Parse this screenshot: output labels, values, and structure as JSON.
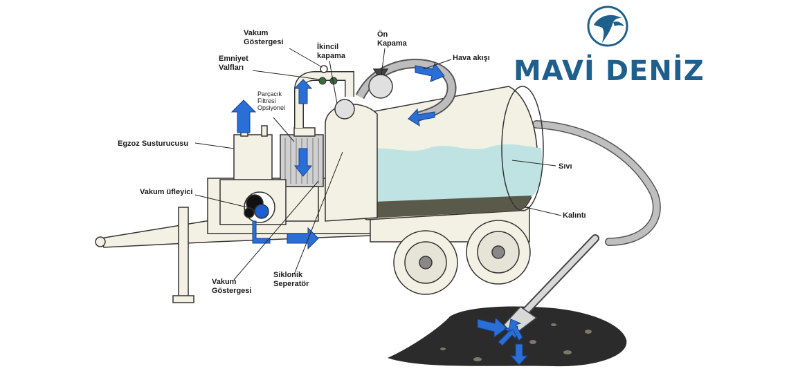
{
  "brand": {
    "name": "MAVİ DENİZ",
    "color": "#1f5f8c"
  },
  "labels": {
    "vakum_gostergesi_top": "Vakum\nGöstergesi",
    "ikincil_kapama": "İkincil\nkapama",
    "on_kapama": "Ön\nKapama",
    "hava_akisi": "Hava akışı",
    "emniyet_valflari": "Emniyet\nValfları",
    "parcacik_filtresi": "Parçacık\nFiltresi\nOpsiyonel",
    "egzoz_susturucusu": "Egzoz Susturucusu",
    "sivi": "Sıvı",
    "vakum_ufleyici": "Vakum üfleyici",
    "kalinti": "Kalıntı",
    "vakum_gostergesi_bottom": "Vakum\nGöstergesi",
    "siklonik_seperator": "Siklonik\nSeperatör"
  },
  "colors": {
    "arrow": "#2a6fd6",
    "liquid": "#bfe3e3",
    "sludge": "#2b2b2b",
    "body": "#f3f1e3",
    "outline": "#333333"
  }
}
